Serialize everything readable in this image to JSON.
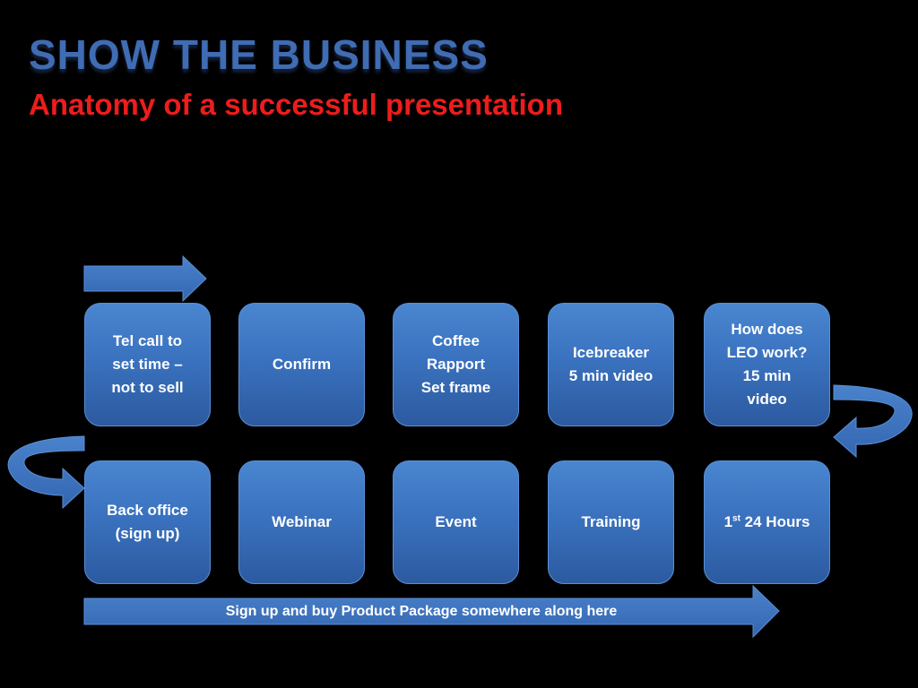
{
  "slide": {
    "title": "SHOW THE BUSINESS",
    "subtitle": "Anatomy of a successful presentation"
  },
  "flow": {
    "top_row": [
      "Tel call to\nset time –\nnot to sell",
      "Confirm",
      "Coffee\nRapport\nSet frame",
      "Icebreaker\n5 min video",
      "How does\nLEO work?\n15 min\nvideo"
    ],
    "bottom_row": [
      "Back office\n(sign up)",
      "Webinar",
      "Event",
      "Training"
    ],
    "first_24": {
      "prefix": "1",
      "superscript": "st",
      "suffix": " 24 Hours"
    },
    "banner": "Sign up and buy Product Package somewhere along here"
  },
  "colors": {
    "box_fill": "#3a72bf",
    "arrow_fill": "#4378c4",
    "title": "#3f6cb3",
    "subtitle": "#ee1c1c",
    "background": "#000000"
  }
}
